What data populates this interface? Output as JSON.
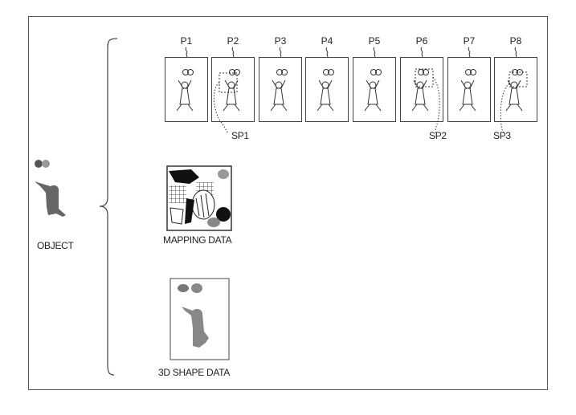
{
  "panels": [
    {
      "label": "P1"
    },
    {
      "label": "P2"
    },
    {
      "label": "P3"
    },
    {
      "label": "P4"
    },
    {
      "label": "P5"
    },
    {
      "label": "P6"
    },
    {
      "label": "P7"
    },
    {
      "label": "P8"
    }
  ],
  "sub_parts": [
    {
      "label": "SP1",
      "panel": "P2"
    },
    {
      "label": "SP2",
      "panel": "P6"
    },
    {
      "label": "SP3",
      "panel": "P8"
    }
  ],
  "object_label": "OBJECT",
  "mapping_label": "MAPPING DATA",
  "shape_label": "3D SHAPE DATA"
}
